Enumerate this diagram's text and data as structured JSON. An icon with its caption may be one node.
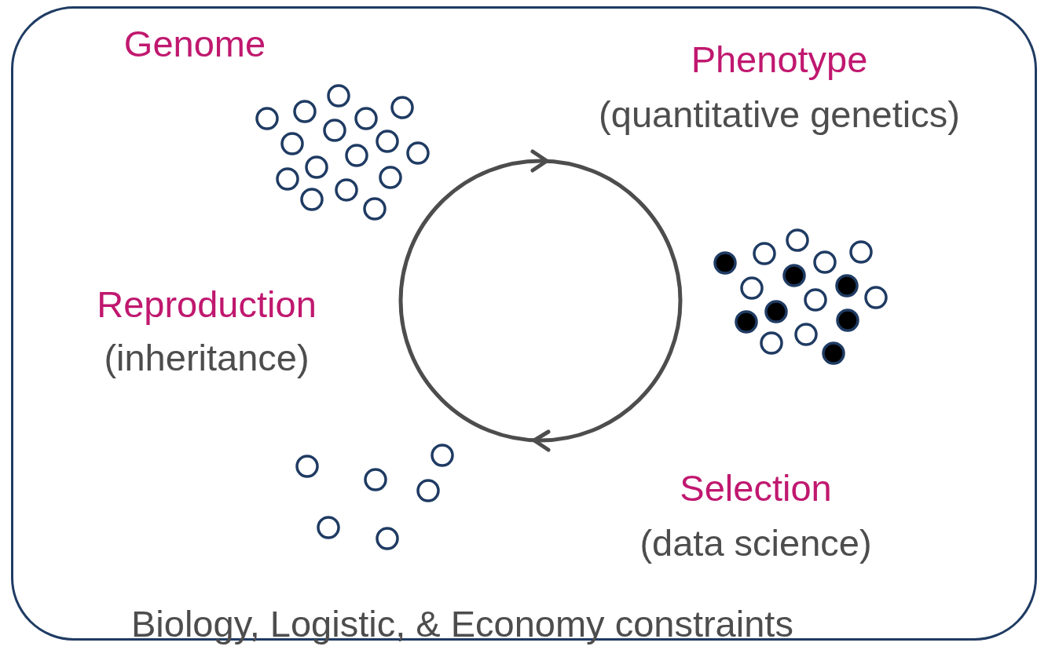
{
  "diagram": {
    "nodes": [
      {
        "text": [
          "Biology, Logistic, & Economy constraints"
        ]
      }
    ],
    "edges": [],
    "labels": [
      "Genome",
      "Phenotype",
      "(quantitative genetics)",
      "Reproduction",
      "(inheritance)",
      "Selection",
      "(data science)"
    ]
  }
}
